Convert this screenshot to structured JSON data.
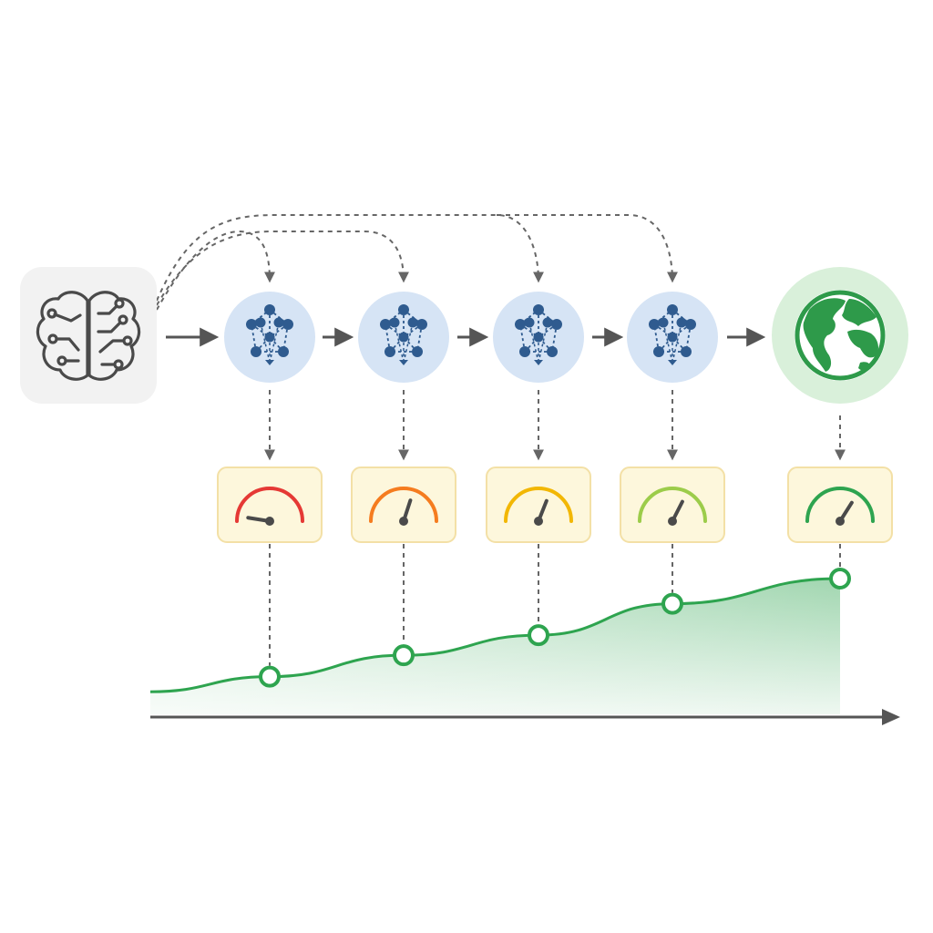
{
  "diagram": {
    "source": {
      "icon": "brain-circuit-icon",
      "bg": "#f2f2f2",
      "stroke": "#4a4a4a"
    },
    "stages": [
      {
        "icon": "network-graph-icon",
        "gauge_color": "#e53935",
        "gauge_level": 0.05
      },
      {
        "icon": "network-graph-icon",
        "gauge_color": "#f57c1f",
        "gauge_level": 0.6
      },
      {
        "icon": "network-graph-icon",
        "gauge_color": "#f2b705",
        "gauge_level": 0.62
      },
      {
        "icon": "network-graph-icon",
        "gauge_color": "#9ccc4a",
        "gauge_level": 0.65
      }
    ],
    "target": {
      "icon": "globe-icon",
      "gauge_color": "#2ea44f",
      "gauge_level": 0.68
    },
    "colors": {
      "node_bg": "#d6e4f5",
      "node_fg": "#2f5b8f",
      "globe_halo": "#d9f0da",
      "globe": "#2e9a4a",
      "curve": "#2ea44f",
      "axis": "#555555"
    },
    "curve_values": [
      0.1,
      0.22,
      0.39,
      0.55,
      0.8,
      1.0
    ]
  }
}
